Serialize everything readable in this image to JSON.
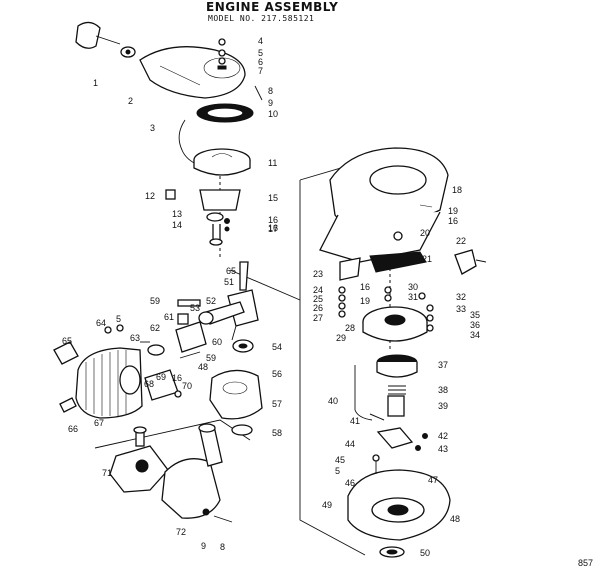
{
  "header": {
    "title": "ENGINE ASSEMBLY",
    "model": "MODEL NO. 217.585121"
  },
  "footer_code": "857",
  "callouts": [
    "1",
    "2",
    "3",
    "4",
    "5",
    "6",
    "7",
    "8",
    "9",
    "10",
    "11",
    "12",
    "13",
    "14",
    "15",
    "16",
    "16",
    "17",
    "18",
    "19",
    "16",
    "20",
    "21",
    "22",
    "23",
    "24",
    "25",
    "26",
    "27",
    "28",
    "29",
    "16",
    "19",
    "30",
    "31",
    "32",
    "33",
    "35",
    "36",
    "34",
    "37",
    "38",
    "39",
    "40",
    "41",
    "42",
    "43",
    "44",
    "45",
    "5",
    "46",
    "47",
    "48",
    "49",
    "50",
    "65",
    "51",
    "59",
    "53",
    "52",
    "61",
    "5",
    "64",
    "62",
    "63",
    "60",
    "54",
    "65",
    "59",
    "48",
    "69",
    "16",
    "68",
    "70",
    "56",
    "57",
    "58",
    "66",
    "67",
    "71",
    "72",
    "9",
    "8"
  ]
}
